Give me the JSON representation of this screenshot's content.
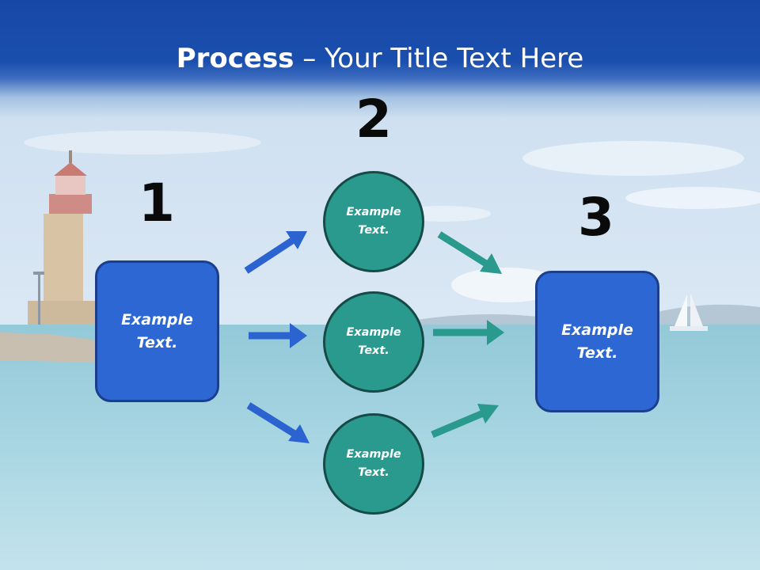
{
  "slide": {
    "title_bold": "Process",
    "title_rest": " – Your Title Text Here"
  },
  "steps": {
    "one": "1",
    "two": "2",
    "three": "3"
  },
  "left_box": {
    "text": "Example\nText."
  },
  "circles": [
    {
      "text": "Example\nText."
    },
    {
      "text": "Example\nText."
    },
    {
      "text": "Example\nText."
    }
  ],
  "right_box": {
    "text": "Example\nText."
  },
  "colors": {
    "title_band": "#1a4fae",
    "box_fill": "#2c67d4",
    "circle_fill": "#2a9a8f",
    "blue_arrow": "#2b64d0",
    "teal_arrow": "#2a9a8f"
  }
}
